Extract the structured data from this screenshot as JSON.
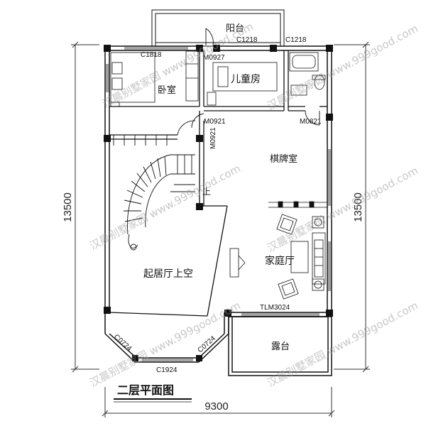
{
  "plan": {
    "title": "二层平面图",
    "rooms": {
      "balcony_top": "阳台",
      "bedroom": "卧室",
      "kids_room": "儿童房",
      "chess_room": "棋牌室",
      "family_room": "家庭厅",
      "living_void": "起居厅上空",
      "terrace": "露台"
    },
    "codes": {
      "c1218_left": "C1218",
      "c1218_right": "C1218",
      "c1818": "C1818",
      "m0927": "M0927",
      "m0921_a": "M0921",
      "m0921_b": "M0921",
      "m0821": "M0821",
      "tlm3024": "TLM3024",
      "c0724": "C0724",
      "c1924": "C1924",
      "c0724_diag": "C0724"
    },
    "stair_mark": "上",
    "dimensions": {
      "left": "13500",
      "right": "13500",
      "bottom": "9300"
    },
    "watermarks": [
      "汉晨别墅家园 www.999good.com",
      "汉晨别墅家园 www.999good.com",
      "汉晨别墅家园 www.999good.com",
      "汉晨别墅家园 www.999good.com",
      "汉晨别墅家园 www.999good.com",
      "汉晨别墅家园 www.999good.com"
    ]
  }
}
